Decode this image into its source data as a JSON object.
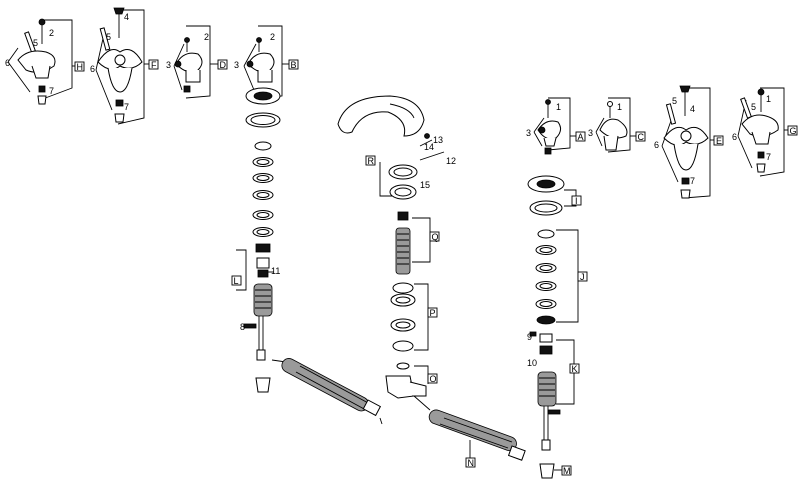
{
  "callouts": {
    "A": "A",
    "B": "B",
    "C": "C",
    "D": "D",
    "E": "E",
    "F": "F",
    "G": "G",
    "H": "H",
    "I": "I",
    "J": "J",
    "K": "K",
    "L": "L",
    "M": "M",
    "N": "N",
    "O": "O",
    "P": "P",
    "Q": "Q",
    "R": "R"
  },
  "part_numbers": {
    "n1": "1",
    "n2": "2",
    "n3": "3",
    "n4": "4",
    "n5": "5",
    "n6": "6",
    "n7": "7",
    "n8": "8",
    "n9": "9",
    "n10": "10",
    "n11": "11",
    "n12": "12",
    "n13": "13",
    "n14": "14",
    "n15": "15"
  }
}
